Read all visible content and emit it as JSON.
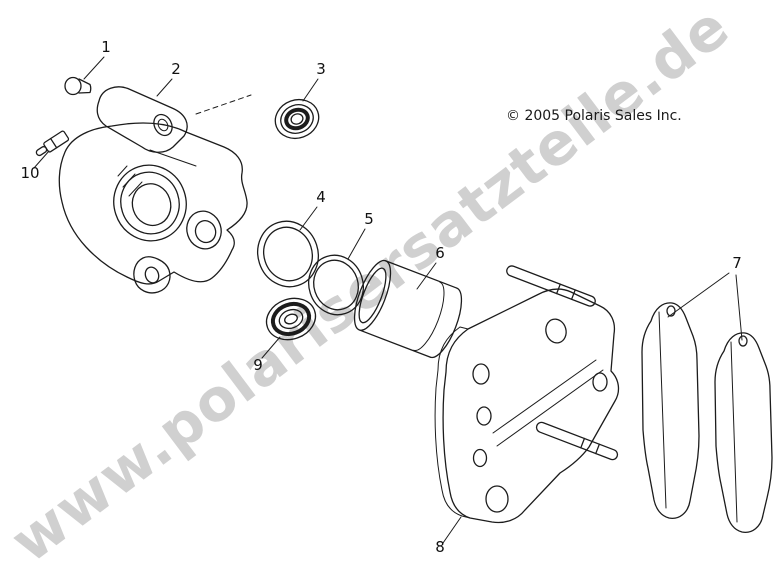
{
  "page": {
    "watermark": "www.polarisersatzteile.de",
    "copyright": "© 2005 Polaris Sales Inc.",
    "background_color": "#ffffff",
    "line_color": "#1c1c1c",
    "watermark_color": "#aaaaaa"
  },
  "callouts": {
    "c1": "1",
    "c2": "2",
    "c3": "3",
    "c4": "4",
    "c5": "5",
    "c6": "6",
    "c7": "7",
    "c8": "8",
    "c9": "9",
    "c10": "10"
  }
}
